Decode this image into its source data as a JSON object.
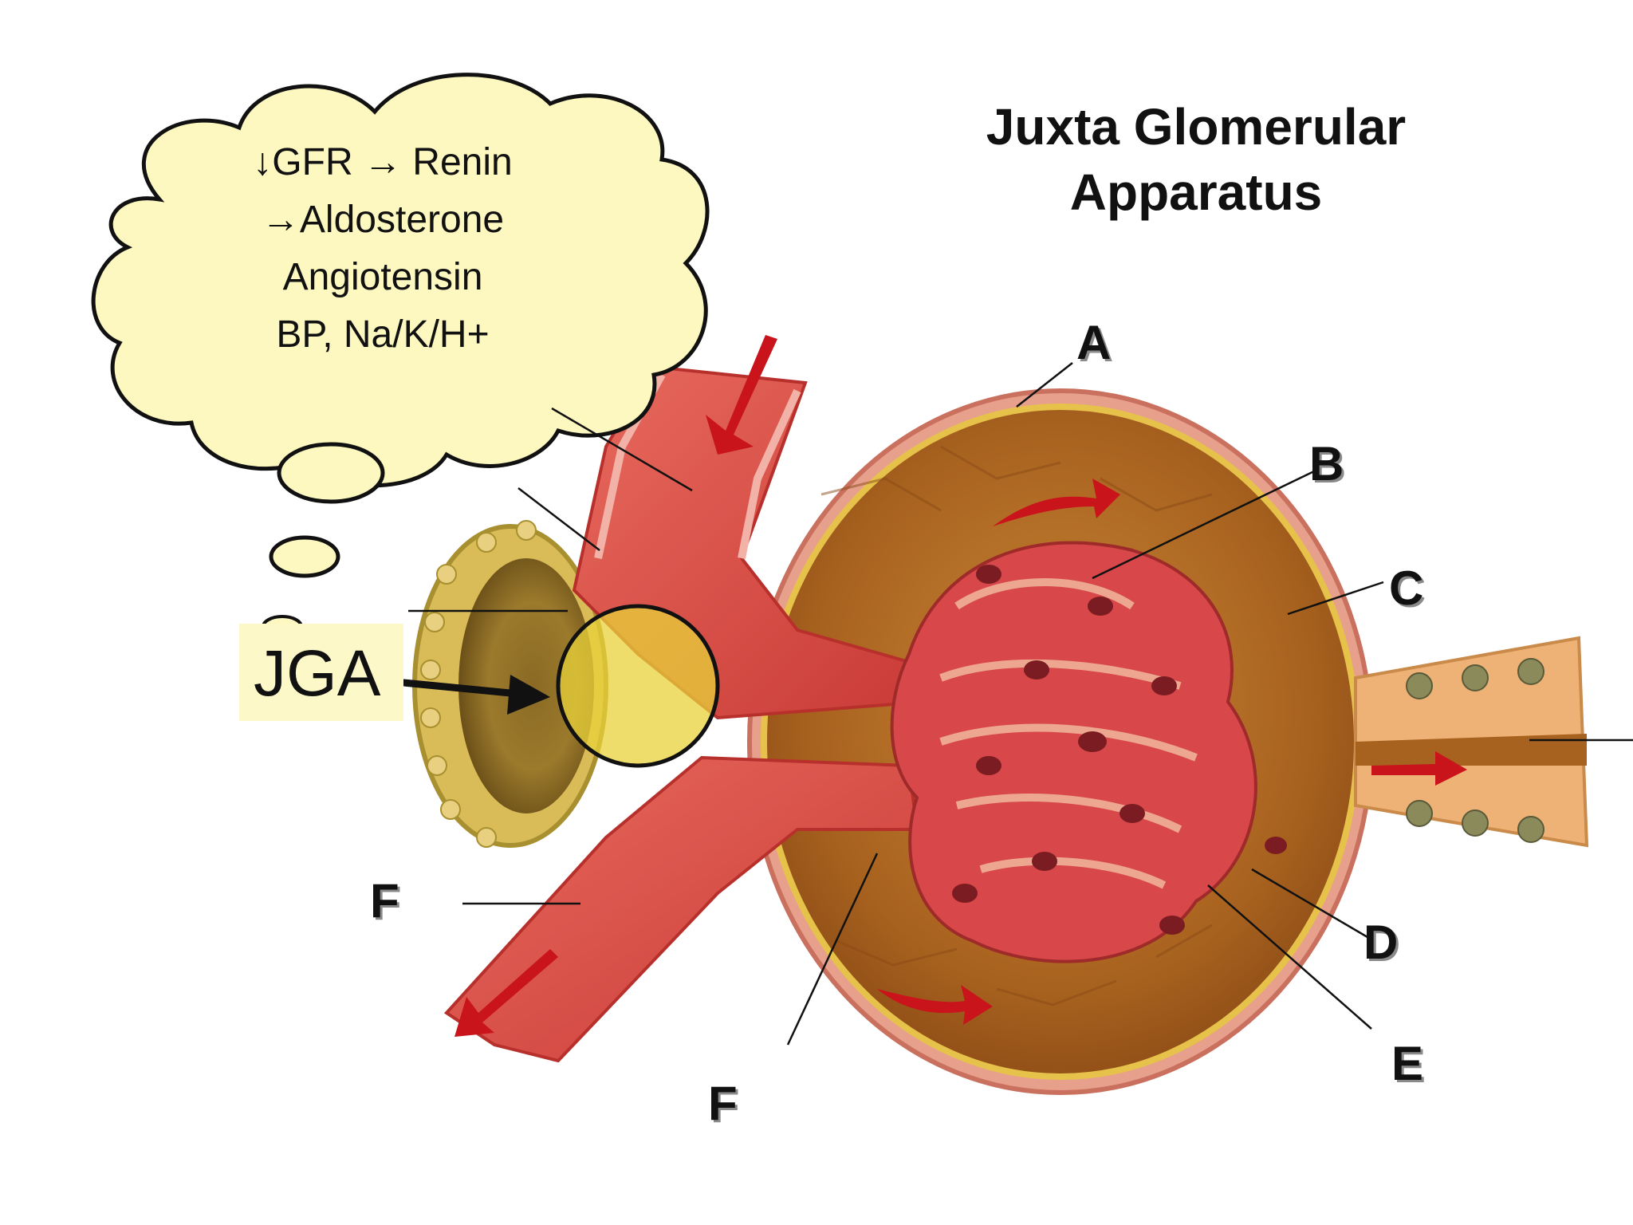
{
  "title": {
    "line1": "Juxta Glomerular",
    "line2": "Apparatus"
  },
  "thought_bubble": {
    "line1": "↓GFR → Renin",
    "line2": "→Aldosterone",
    "line3": "Angiotensin",
    "line4": "BP, Na/K/H+"
  },
  "jga_label": "JGA",
  "labels": {
    "a": "A",
    "b": "B",
    "c": "C",
    "d": "D",
    "e": "E",
    "f_left": "F",
    "f_bottom": "F"
  },
  "colors": {
    "bubble_fill": "#fdf7c0",
    "capsule_brown": "#a8621f",
    "vessel_red": "#d94444",
    "tubule_yellow": "#d9bb58",
    "jga_highlight": "#e8d23a",
    "arrow_red": "#c8141a"
  }
}
